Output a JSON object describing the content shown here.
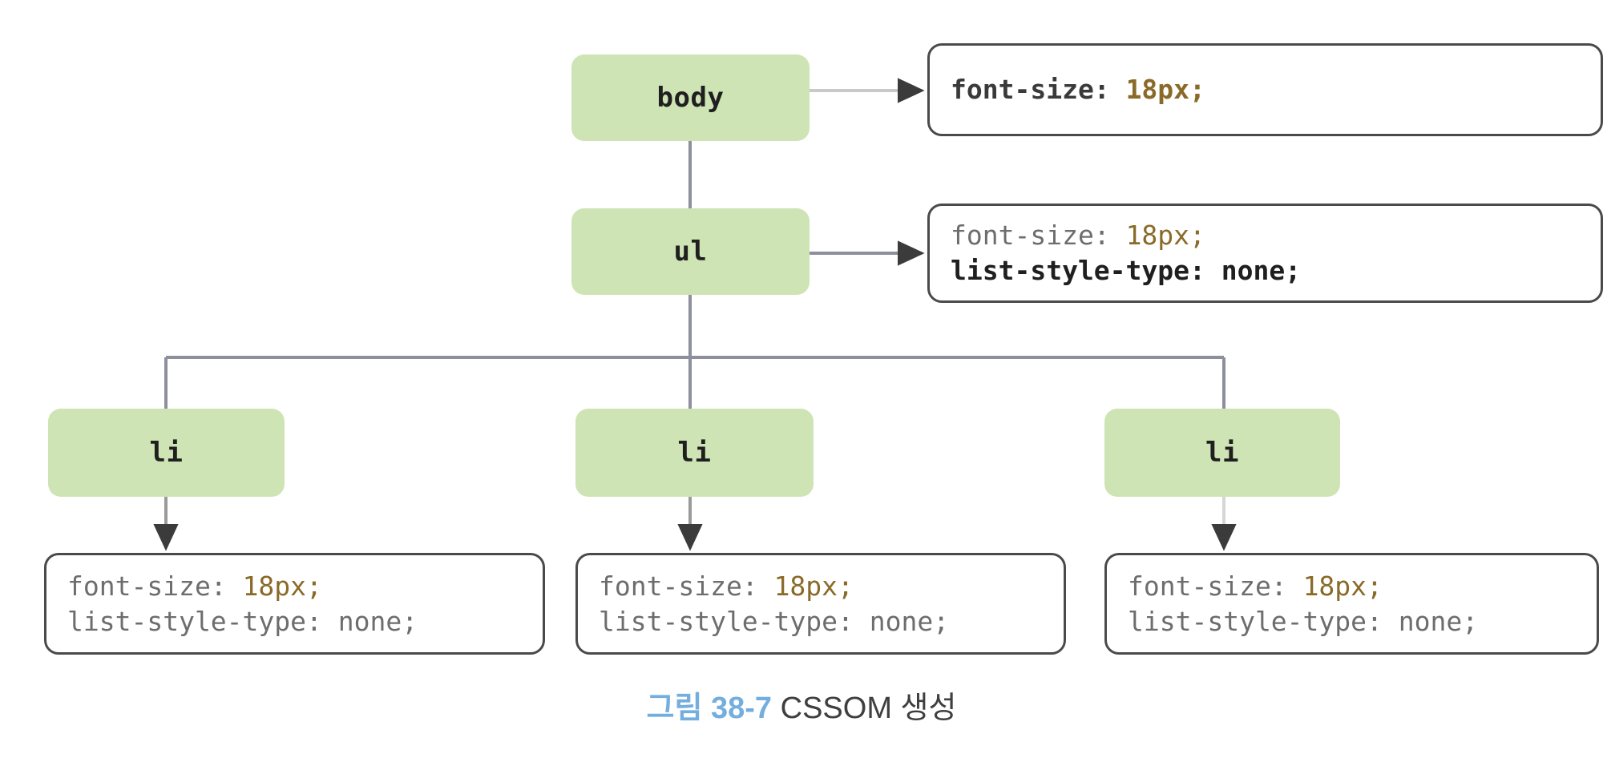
{
  "figure": {
    "caption_number": "그림 38-7",
    "caption_text": "CSSOM 생성",
    "caption_number_color": "#74aede",
    "caption_text_color": "#3f3f3f"
  },
  "colors": {
    "node_fill": "#cee4b5",
    "box_border": "#4a4a4a",
    "connector": "#8d8f9c",
    "value_number": "#8a6a28",
    "inherited_text": "#6d6d6d",
    "own_text": "#1f1f1f"
  },
  "nodes": [
    {
      "id": "body",
      "label": "body"
    },
    {
      "id": "ul",
      "label": "ul"
    },
    {
      "id": "li1",
      "label": "li"
    },
    {
      "id": "li2",
      "label": "li"
    },
    {
      "id": "li3",
      "label": "li"
    }
  ],
  "declarations": {
    "body": {
      "lines": [
        {
          "property": "font-size:",
          "value": "18px;",
          "origin": "own"
        }
      ]
    },
    "ul": {
      "lines": [
        {
          "property": "font-size:",
          "value": "18px;",
          "origin": "inherited"
        },
        {
          "property": "list-style-type:",
          "value": "none;",
          "origin": "own"
        }
      ]
    },
    "li1": {
      "lines": [
        {
          "property": "font-size:",
          "value": "18px;",
          "origin": "inherited"
        },
        {
          "property": "list-style-type:",
          "value": "none;",
          "origin": "inherited"
        }
      ]
    },
    "li2": {
      "lines": [
        {
          "property": "font-size:",
          "value": "18px;",
          "origin": "inherited"
        },
        {
          "property": "list-style-type:",
          "value": "none;",
          "origin": "inherited"
        }
      ]
    },
    "li3": {
      "lines": [
        {
          "property": "font-size:",
          "value": "18px;",
          "origin": "inherited"
        },
        {
          "property": "list-style-type:",
          "value": "none;",
          "origin": "inherited"
        }
      ]
    }
  },
  "text": {
    "body_prop_1": "font-size:",
    "body_val_1": "18px;",
    "ul_prop_1": "font-size:",
    "ul_val_1": "18px;",
    "ul_prop_2": "list-style-type:",
    "ul_val_2": "none;",
    "li_prop_1": "font-size:",
    "li_val_1": "18px;",
    "li_prop_2": "list-style-type:",
    "li_val_2": "none;"
  }
}
